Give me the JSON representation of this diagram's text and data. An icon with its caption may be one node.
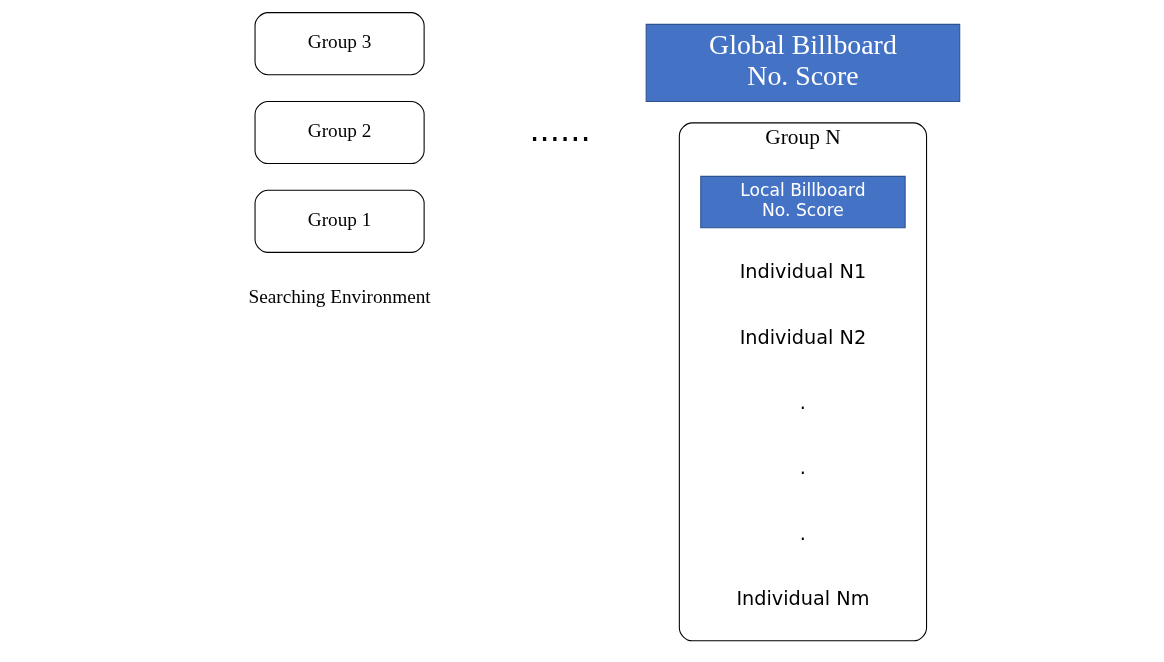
{
  "diagram": {
    "nodes": [
      {
        "text": [
          "Global Billboard",
          "No. Score"
        ]
      },
      {
        "text": [
          "Group 1"
        ]
      },
      {
        "text": [
          "Group 2"
        ]
      },
      {
        "text": [
          "Group 3"
        ]
      },
      {
        "text": [
          "Group N"
        ]
      },
      {
        "text": [
          "Local Billboard",
          "No. Score"
        ],
        "in": 4
      }
    ],
    "edges": [],
    "labels": [
      "Searching Environment",
      "......",
      "Individual N1",
      "Individual N2",
      ".",
      ".",
      ".",
      "Individual Nm"
    ]
  }
}
